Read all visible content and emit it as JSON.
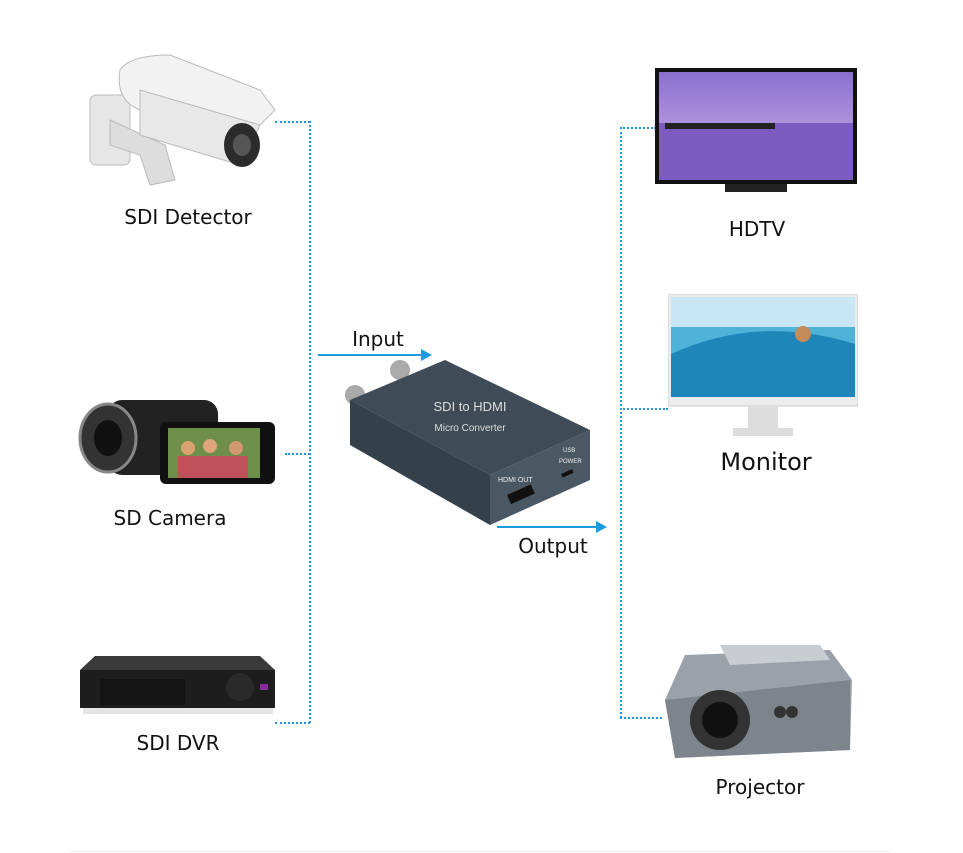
{
  "inputs": [
    {
      "label": "SDI Detector",
      "icon": "security-camera-icon"
    },
    {
      "label": "SD Camera",
      "icon": "camcorder-icon"
    },
    {
      "label": "SDI DVR",
      "icon": "dvr-icon"
    }
  ],
  "outputs": [
    {
      "label": "HDTV",
      "icon": "tv-icon"
    },
    {
      "label": "Monitor",
      "icon": "monitor-icon"
    },
    {
      "label": "Projector",
      "icon": "projector-icon"
    }
  ],
  "converter": {
    "title": "SDI to HDMI",
    "subtitle": "Micro Converter",
    "port_hdmi": "HDMI OUT",
    "port_usb_1": "USB",
    "port_usb_2": "POWER"
  },
  "flow": {
    "input_label": "Input",
    "output_label": "Output"
  },
  "colors": {
    "connector": "#1e9be0",
    "device": "#3d4a55"
  }
}
